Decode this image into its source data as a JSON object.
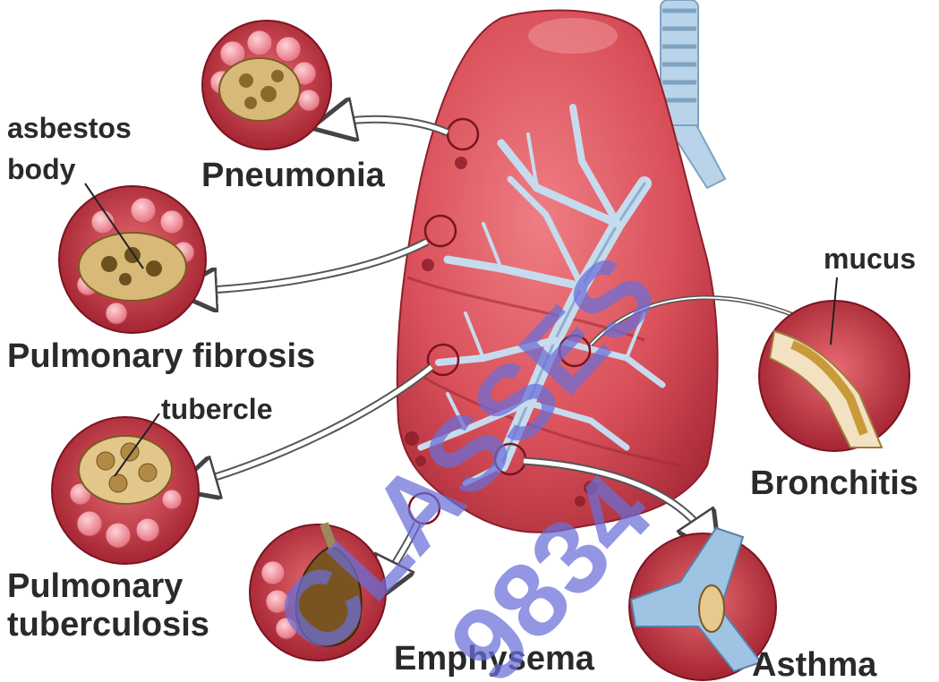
{
  "labels": {
    "asbestos": "asbestos",
    "body": "body",
    "pneumonia": "Pneumonia",
    "pulmonary_fibrosis": "Pulmonary fibrosis",
    "tubercle": "tubercle",
    "pulmonary": "Pulmonary",
    "tuberculosis": "tuberculosis",
    "emphysema": "Emphysema",
    "asthma": "Asthma",
    "mucus": "mucus",
    "bronchitis": "Bronchitis"
  },
  "watermark": {
    "line1": "CLASSES",
    "line2": "9834"
  },
  "colors": {
    "lung": "#d9505a",
    "lung_dark": "#b23240",
    "bronchi": "#a9c4de",
    "tissue": "#d8b978",
    "watermark": "#6a6fd8"
  }
}
